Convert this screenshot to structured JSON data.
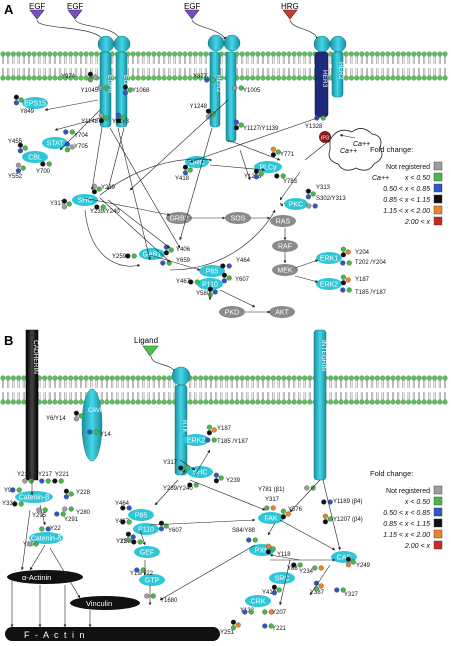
{
  "panelA": {
    "label": "A",
    "ligands": [
      "EGF",
      "EGF",
      "EGF",
      "HRG"
    ],
    "receptors": [
      "EGFR",
      "EGFR",
      "HER2",
      "HER3",
      "HER2"
    ],
    "proteins": {
      "eps15": "EPS15",
      "stat": "STAT",
      "cbl": "CBL",
      "shc": "SHC",
      "ip3": "IP3",
      "src": "SRC",
      "plcg": "PLCγ",
      "pkc": "PKC",
      "grb2": "GRB2",
      "sos": "SOS",
      "ras": "RAS",
      "raf": "RAF",
      "mek": "MEK",
      "erk1": "ERK1",
      "erk2": "ERK2",
      "gab1": "GAB1",
      "p85": "P85",
      "p110": "P110",
      "pkd": "PKD",
      "akt": "AKT",
      "ca1": "Ca++",
      "ca2": "Ca++",
      "ca3": "Ca++"
    },
    "sites": {
      "y974": "Y974",
      "y849": "Y849",
      "y1045": "Y1045",
      "y1068": "Y1068",
      "y1148": "Y1148",
      "y1173": "Y1173",
      "y704": "Y704",
      "y705": "Y705",
      "y455": "Y455",
      "y552": "Y552",
      "y700": "Y700",
      "y317": "Y317",
      "y239": "Y239",
      "y239_240": "Y239/Y240",
      "y877": "Y877",
      "y1005": "Y1005",
      "y1127": "Y1127/Y1139",
      "y1248": "Y1248",
      "y418": "Y418",
      "y771": "Y771",
      "y1253": "Y1253",
      "y783": "Y783",
      "y1328": "Y1328",
      "y313": "Y313",
      "s302": "S302/Y313",
      "y259": "Y259",
      "y406": "Y406",
      "y659": "Y659",
      "y464": "Y464",
      "y467": "Y467",
      "y607": "Y607",
      "y580": "Y580",
      "y204": "Y204",
      "t202": "T202 /Y204",
      "y187": "Y187",
      "t185": "T185 /Y187"
    }
  },
  "panelB": {
    "label": "B",
    "ligand": "Ligand",
    "receptors": [
      "CADHERIN",
      "CAVEOLIN",
      "RTK",
      "INTEGRIN"
    ],
    "proteins": {
      "catb": "Catenin-β",
      "catd": "Catenin-δ",
      "actinin": "α-Actinin",
      "vinculin": "Vinculin",
      "factin": "F - A c t i n",
      "erk2": "ERK2",
      "shc": "SHC",
      "p85": "P85",
      "p110": "P110",
      "fak": "FAK",
      "pxn": "PXN",
      "gef": "GEF",
      "src": "SRC",
      "cas": "CAS",
      "gtp": "GTP",
      "crk": "CRK"
    },
    "sites": {
      "y6": "Y6/Y14",
      "y14": "Y14",
      "y213": "Y213",
      "y217": "Y217",
      "y221": "Y221",
      "y96": "Y96",
      "y334": "Y334",
      "y295": "Y295",
      "y228": "Y228",
      "y291": "Y291",
      "y280": "Y280",
      "y22": "Y22",
      "y20": "Y20",
      "y187": "Y187",
      "t185": "T185 /Y187",
      "y317": "Y317",
      "y239": "Y239",
      "y239_240": "Y239/Y240",
      "y464": "Y464",
      "y467": "Y467",
      "y580": "Y580",
      "y607": "Y607",
      "s84": "S84/Y88",
      "y118": "Y118",
      "y88": "Y88",
      "y576": "Y576",
      "y22b": "Y22",
      "y19": "Y19/Y22",
      "y1680": "Y1680",
      "y781": "Y781 (β1)",
      "y1189": "Y1189 (β4)",
      "y1207": "Y1207 (β4)",
      "y234": "Y234",
      "y249": "Y249",
      "y387": "Y387",
      "y327": "Y327",
      "y418": "Y418",
      "y132": "Y132",
      "y207": "Y207",
      "y251": "Y251",
      "y221b": "Y221"
    }
  },
  "legend": {
    "title": "Fold change:",
    "items": [
      {
        "label": "Not registered",
        "color": "#9e9e9e"
      },
      {
        "label": "x < 0.50",
        "color": "#49b84a"
      },
      {
        "label": "0.50 < x < 0.85",
        "color": "#2f57c6"
      },
      {
        "label": "0.85 < x < 1.15",
        "color": "#111111"
      },
      {
        "label": "1.15 < x < 2.00",
        "color": "#e8842a"
      },
      {
        "label": "2.00 < x",
        "color": "#c92a1e"
      }
    ]
  },
  "colors": {
    "membrane": "#5fbf5f",
    "protein": "#2ec7d8",
    "gray": "#8a8a8a",
    "ligand": "#7b4fc2",
    "hrg": "#c63a36",
    "dark": "#111111",
    "her3": "#1e2a7a"
  }
}
